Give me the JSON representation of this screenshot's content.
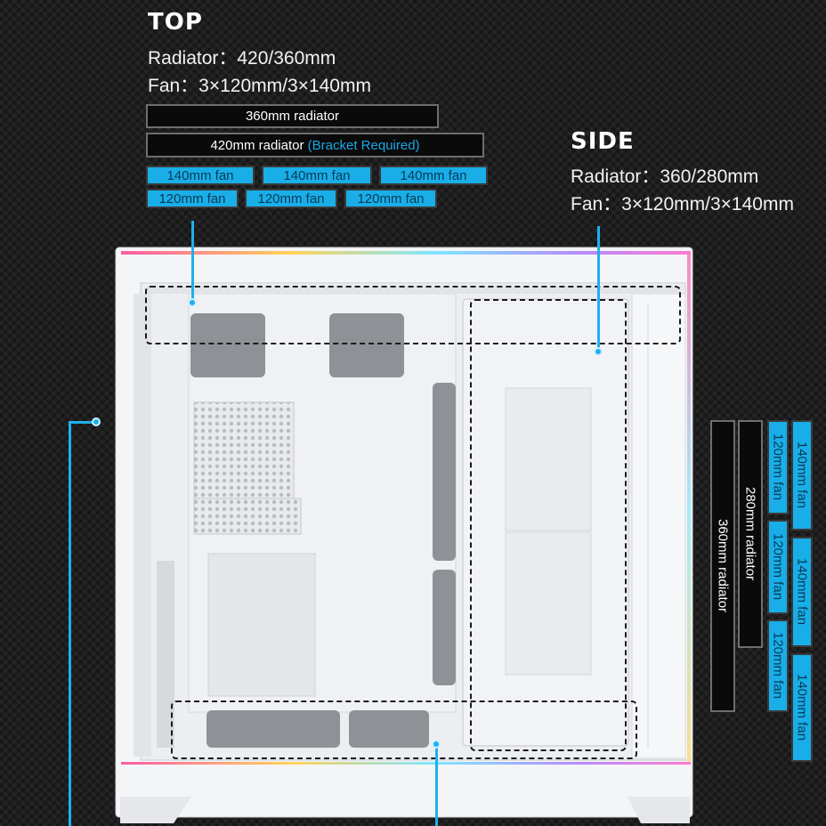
{
  "top": {
    "heading": "TOP",
    "radiator_spec": "Radiator：420/360mm",
    "fan_spec": "Fan：3×120mm/3×140mm",
    "bar_360": "360mm radiator",
    "bar_420": "420mm radiator",
    "bar_420_note": "(Bracket Required)",
    "fans_140": [
      "140mm fan",
      "140mm fan",
      "140mm fan"
    ],
    "fans_120": [
      "120mm fan",
      "120mm fan",
      "120mm fan"
    ]
  },
  "side": {
    "heading": "SIDE",
    "radiator_spec": "Radiator：360/280mm",
    "fan_spec": "Fan：3×120mm/3×140mm",
    "bar_360": "360mm radiator",
    "bar_280": "280mm radiator",
    "fans_120": [
      "120mm fan",
      "120mm fan",
      "120mm fan"
    ],
    "fans_140": [
      "140mm fan",
      "140mm fan",
      "140mm fan"
    ]
  },
  "colors": {
    "accent": "#18a8e6",
    "fan_fill": "#19aee8",
    "bar_fill": "#0a0a0a",
    "case_body": "#f2f3f5"
  }
}
